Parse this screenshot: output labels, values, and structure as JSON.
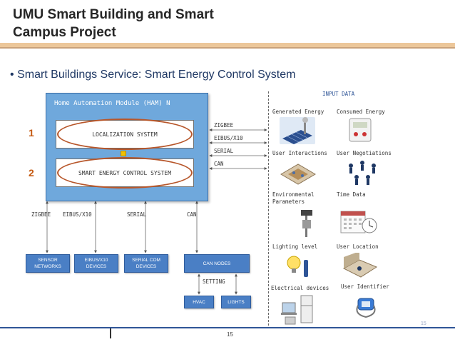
{
  "slide": {
    "title_line1": "UMU Smart Building and Smart",
    "title_line2": "Campus Project",
    "bullet": "Smart Buildings Service: Smart Energy Control System",
    "page_number": "15",
    "corner_page_number": "15"
  },
  "diagram": {
    "ham_title": "Home Automation Module (HAM) N",
    "modules": [
      {
        "number": "1",
        "label": "LOCALIZATION SYSTEM"
      },
      {
        "number": "2",
        "label": "SMART ENERGY CONTROL SYSTEM"
      }
    ],
    "right_protocols": [
      "ZIGBEE",
      "EIBUS/X10",
      "SERIAL",
      "CAN"
    ],
    "bottom_protocols": [
      "ZIGBEE",
      "EIBUS/X10",
      "SERIAL",
      "CAN"
    ],
    "devices": {
      "sensor": "SENSOR NETWORKS",
      "eibus": "EIBUS/X10 DEVICES",
      "serialcom": "SERIAL COM DEVICES",
      "cannodes": "CAN NODES",
      "setting": "SETTING",
      "hvac": "HVAC",
      "lights": "LIGHTS"
    },
    "input_data": {
      "title": "INPUT DATA",
      "items": [
        "Generated Energy",
        "Consumed Energy",
        "User Interactions",
        "User Negotiations",
        "Environmental Parameters",
        "Time Data",
        "Lighting level",
        "User Location",
        "Electrical devices",
        "User Identifier"
      ]
    }
  },
  "colors": {
    "ham_fill": "#6fa8dc",
    "ellipse": "#b7562a",
    "number": "#c55a11",
    "device_box": "#4a7fc5",
    "title_bar": "#ecc79a"
  }
}
